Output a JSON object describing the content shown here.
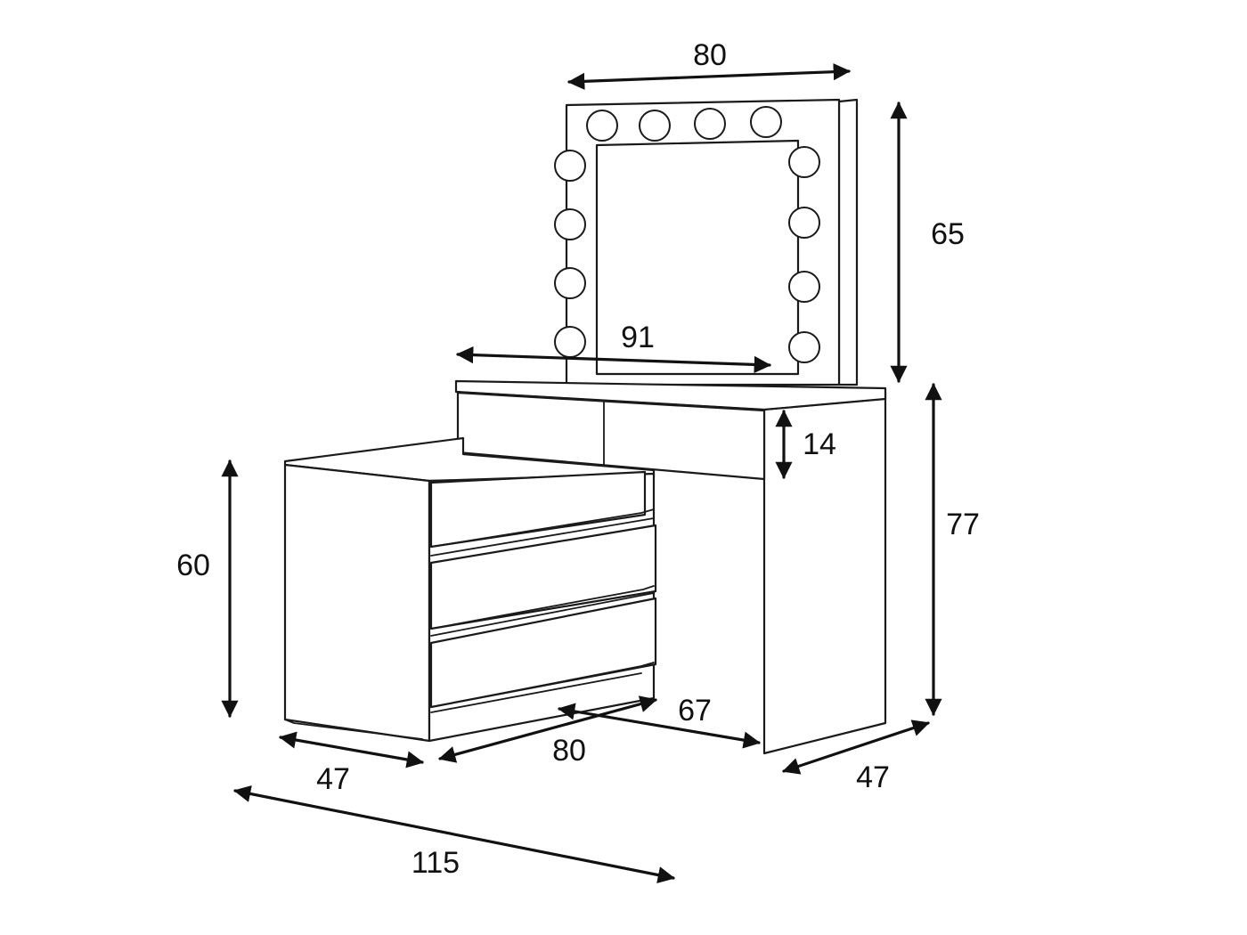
{
  "dimensions": {
    "mirror_width": "80",
    "mirror_height": "65",
    "top_width": "91",
    "drawer_height": "14",
    "total_height": "77",
    "cabinet_height": "60",
    "cabinet_depth": "47",
    "cabinet_width": "80",
    "leg_depth": "67",
    "right_depth": "47",
    "total_length": "115"
  }
}
